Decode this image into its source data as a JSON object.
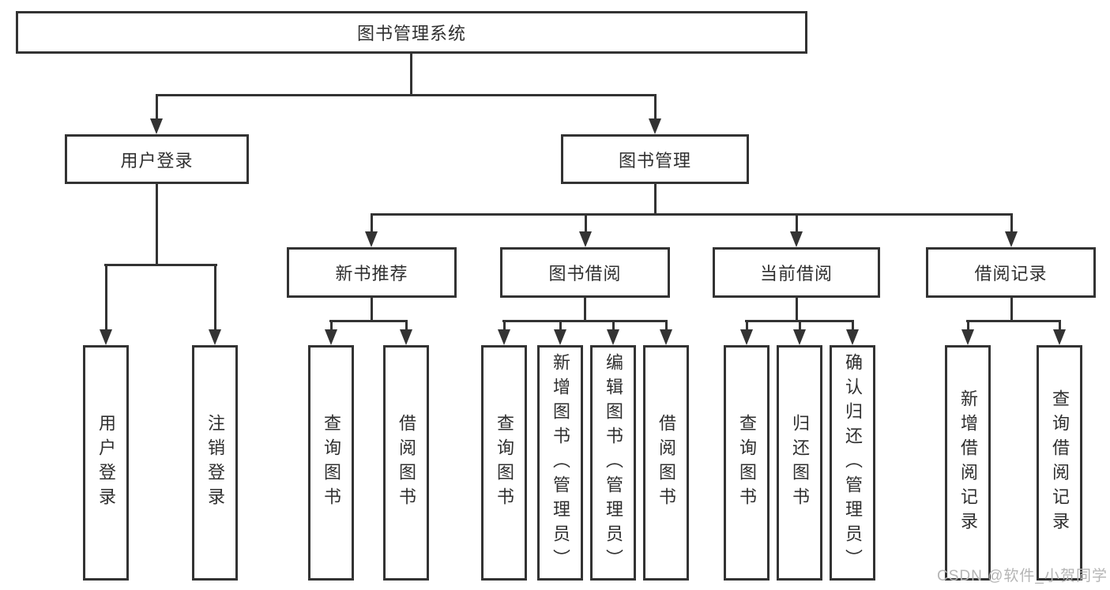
{
  "tree": {
    "root": {
      "label": "图书管理系统"
    },
    "branches": [
      {
        "label": "用户登录",
        "children": [
          {
            "label": "用户登录"
          },
          {
            "label": "注销登录"
          }
        ]
      },
      {
        "label": "图书管理",
        "children": [
          {
            "label": "新书推荐",
            "children": [
              {
                "label": "查询图书"
              },
              {
                "label": "借阅图书"
              }
            ]
          },
          {
            "label": "图书借阅",
            "children": [
              {
                "label": "查询图书"
              },
              {
                "label": "新增图书（管理员）"
              },
              {
                "label": "编辑图书（管理员）"
              },
              {
                "label": "借阅图书"
              }
            ]
          },
          {
            "label": "当前借阅",
            "children": [
              {
                "label": "查询图书"
              },
              {
                "label": "归还图书"
              },
              {
                "label": "确认归还（管理员）"
              }
            ]
          },
          {
            "label": "借阅记录",
            "children": [
              {
                "label": "新增借阅记录"
              },
              {
                "label": "查询借阅记录"
              }
            ]
          }
        ]
      }
    ]
  },
  "watermark": "CSDN @软件_小贺同学",
  "colors": {
    "line": "#333333",
    "text": "#2f2f2f",
    "watermark": "#b5b5b5",
    "background": "#ffffff"
  }
}
